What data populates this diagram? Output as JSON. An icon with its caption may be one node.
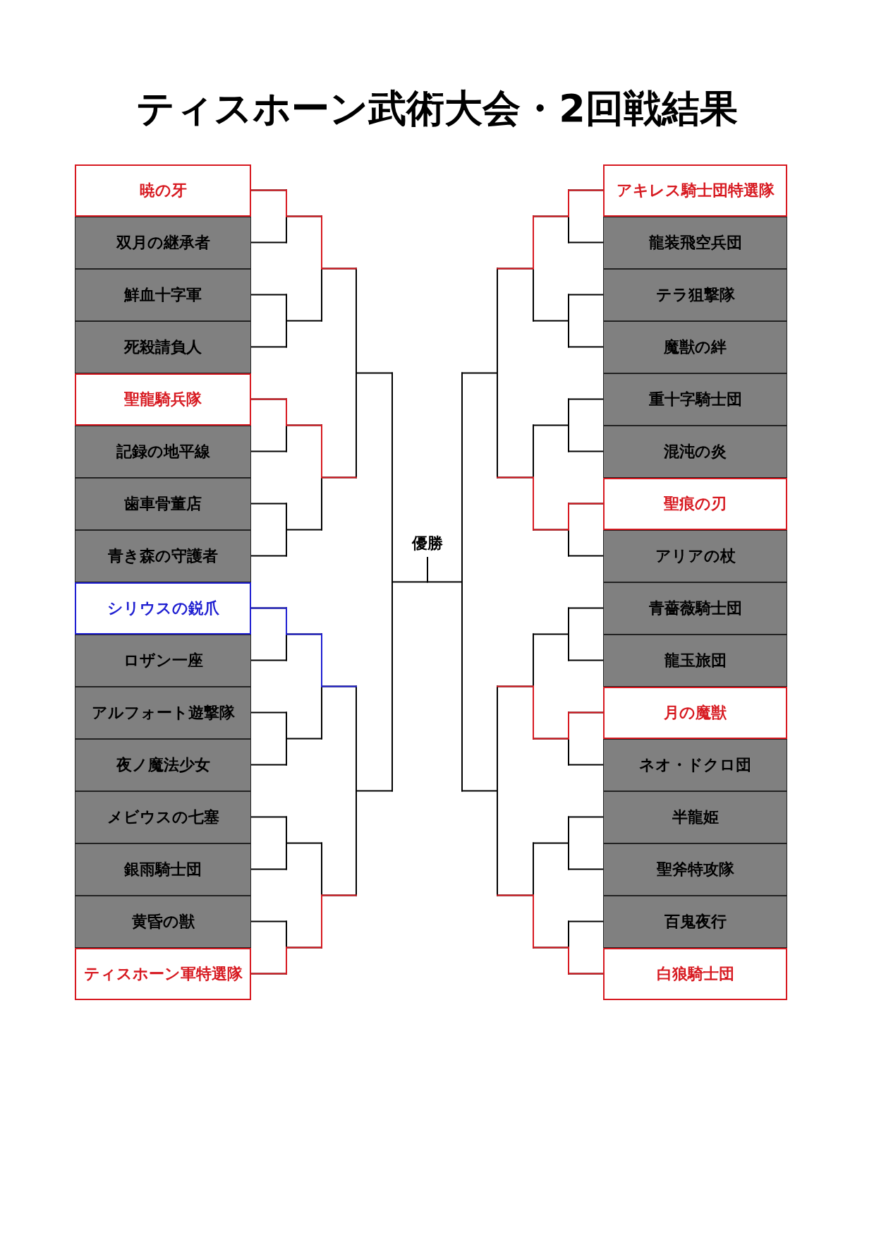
{
  "diagram": {
    "title": "ティスホーン武術大会・2回戦結果",
    "nodes": [
      {
        "text": [
          "暁の牙"
        ]
      },
      {
        "text": [
          "双月の継承者"
        ]
      },
      {
        "text": [
          "鮮血十字軍"
        ]
      },
      {
        "text": [
          "死殺請負人"
        ]
      },
      {
        "text": [
          "聖龍騎兵隊"
        ]
      },
      {
        "text": [
          "記録の地平線"
        ]
      },
      {
        "text": [
          "歯車骨董店"
        ]
      },
      {
        "text": [
          "青き森の守護者"
        ]
      },
      {
        "text": [
          "シリウスの鋭爪"
        ]
      },
      {
        "text": [
          "ロザン一座"
        ]
      },
      {
        "text": [
          "アルフォート遊撃隊"
        ]
      },
      {
        "text": [
          "夜ノ魔法少女"
        ]
      },
      {
        "text": [
          "メビウスの七塞"
        ]
      },
      {
        "text": [
          "銀雨騎士団"
        ]
      },
      {
        "text": [
          "黄昏の獣"
        ]
      },
      {
        "text": [
          "ティスホーン軍特選隊"
        ]
      },
      {
        "text": [
          "アキレス騎士団特選隊"
        ]
      },
      {
        "text": [
          "龍装飛空兵団"
        ]
      },
      {
        "text": [
          "テラ狙撃隊"
        ]
      },
      {
        "text": [
          "魔獣の絆"
        ]
      },
      {
        "text": [
          "重十字騎士団"
        ]
      },
      {
        "text": [
          "混沌の炎"
        ]
      },
      {
        "text": [
          "聖痕の刃"
        ]
      },
      {
        "text": [
          "アリアの杖"
        ]
      },
      {
        "text": [
          "青薔薇騎士団"
        ]
      },
      {
        "text": [
          "龍玉旅団"
        ]
      },
      {
        "text": [
          "月の魔獣"
        ]
      },
      {
        "text": [
          "ネオ・ドクロ団"
        ]
      },
      {
        "text": [
          "半龍姫"
        ]
      },
      {
        "text": [
          "聖斧特攻隊"
        ]
      },
      {
        "text": [
          "百鬼夜行"
        ]
      },
      {
        "text": [
          "白狼騎士団"
        ]
      }
    ],
    "labels": [
      "優勝"
    ]
  }
}
